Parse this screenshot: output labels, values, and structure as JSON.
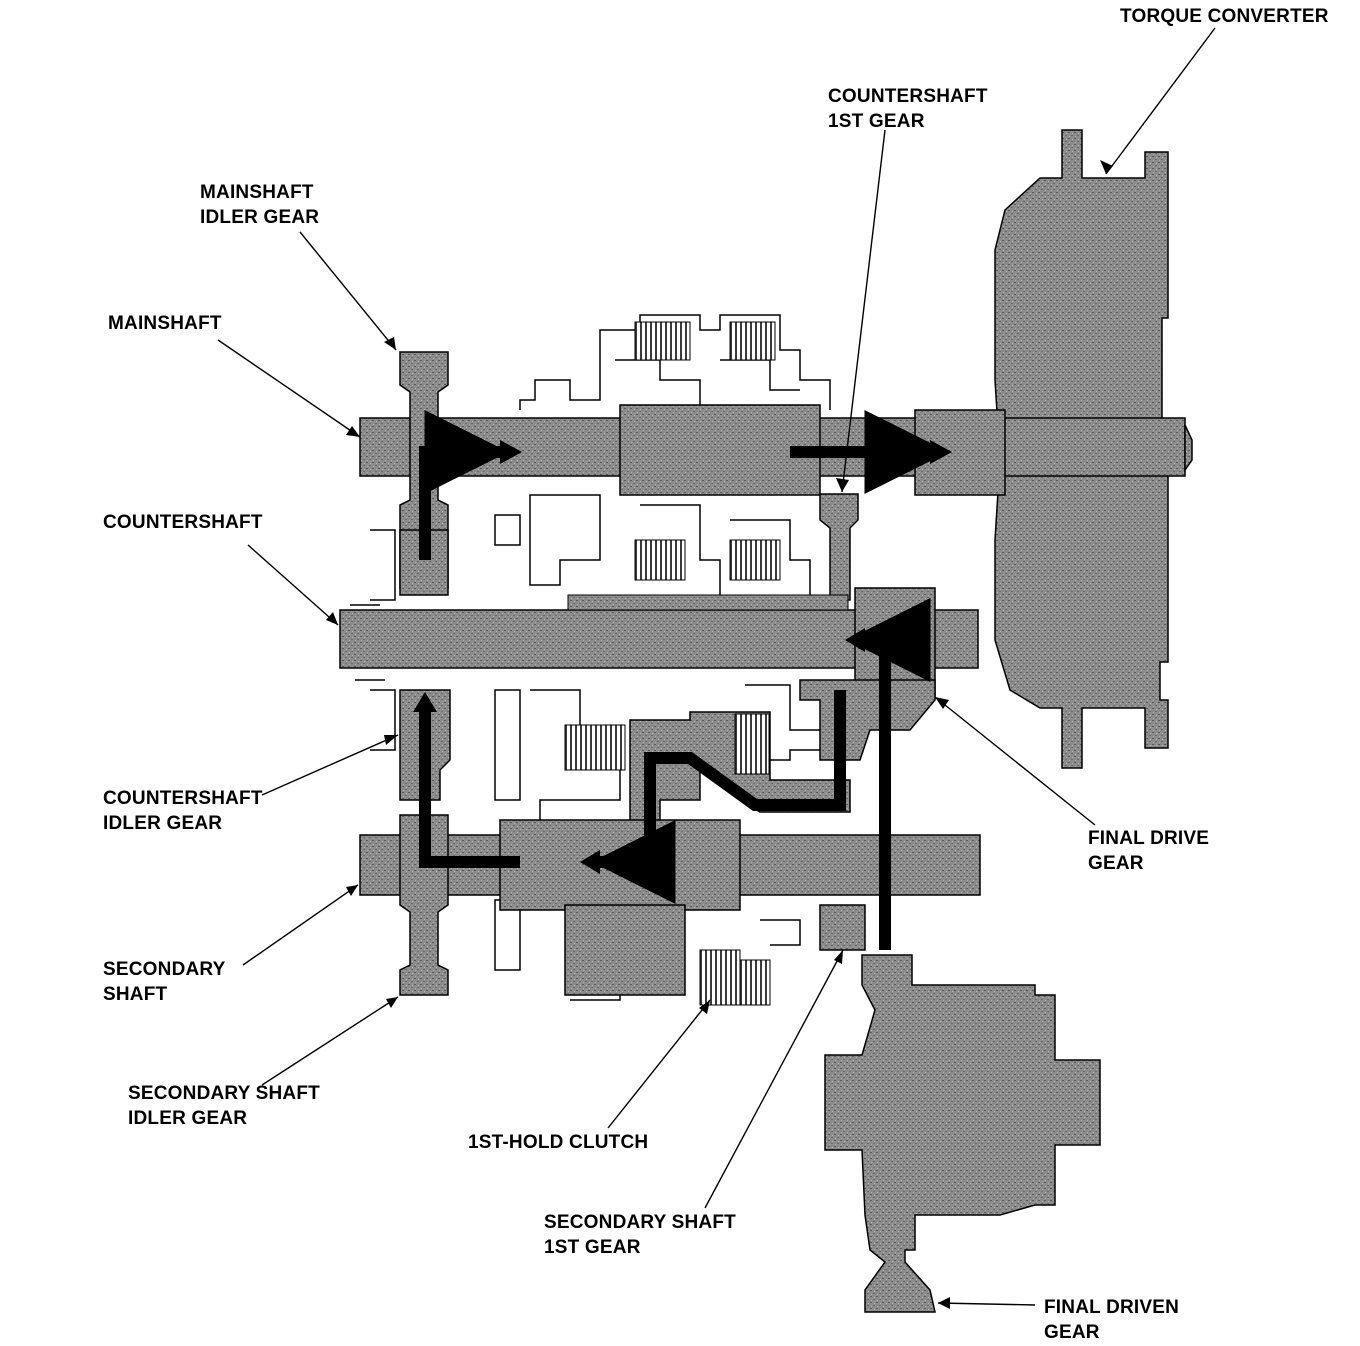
{
  "labels": {
    "torque_converter": "TORQUE CONVERTER",
    "countershaft_1st_gear": [
      "COUNTERSHAFT",
      "1ST GEAR"
    ],
    "mainshaft_idler_gear": [
      "MAINSHAFT",
      "IDLER GEAR"
    ],
    "mainshaft": "MAINSHAFT",
    "countershaft": "COUNTERSHAFT",
    "countershaft_idler_gear": [
      "COUNTERSHAFT",
      "IDLER GEAR"
    ],
    "final_drive_gear": [
      "FINAL DRIVE",
      "GEAR"
    ],
    "secondary_shaft": [
      "SECONDARY",
      "SHAFT"
    ],
    "secondary_shaft_idler_gear": [
      "SECONDARY SHAFT",
      "IDLER GEAR"
    ],
    "first_hold_clutch": "1ST-HOLD CLUTCH",
    "secondary_shaft_1st_gear": [
      "SECONDARY SHAFT",
      "1ST GEAR"
    ],
    "final_driven_gear": [
      "FINAL DRIVEN",
      "GEAR"
    ]
  },
  "colors": {
    "component_fill": "#8a8a8a",
    "power_flow": "#000000",
    "outline": "#000000"
  }
}
